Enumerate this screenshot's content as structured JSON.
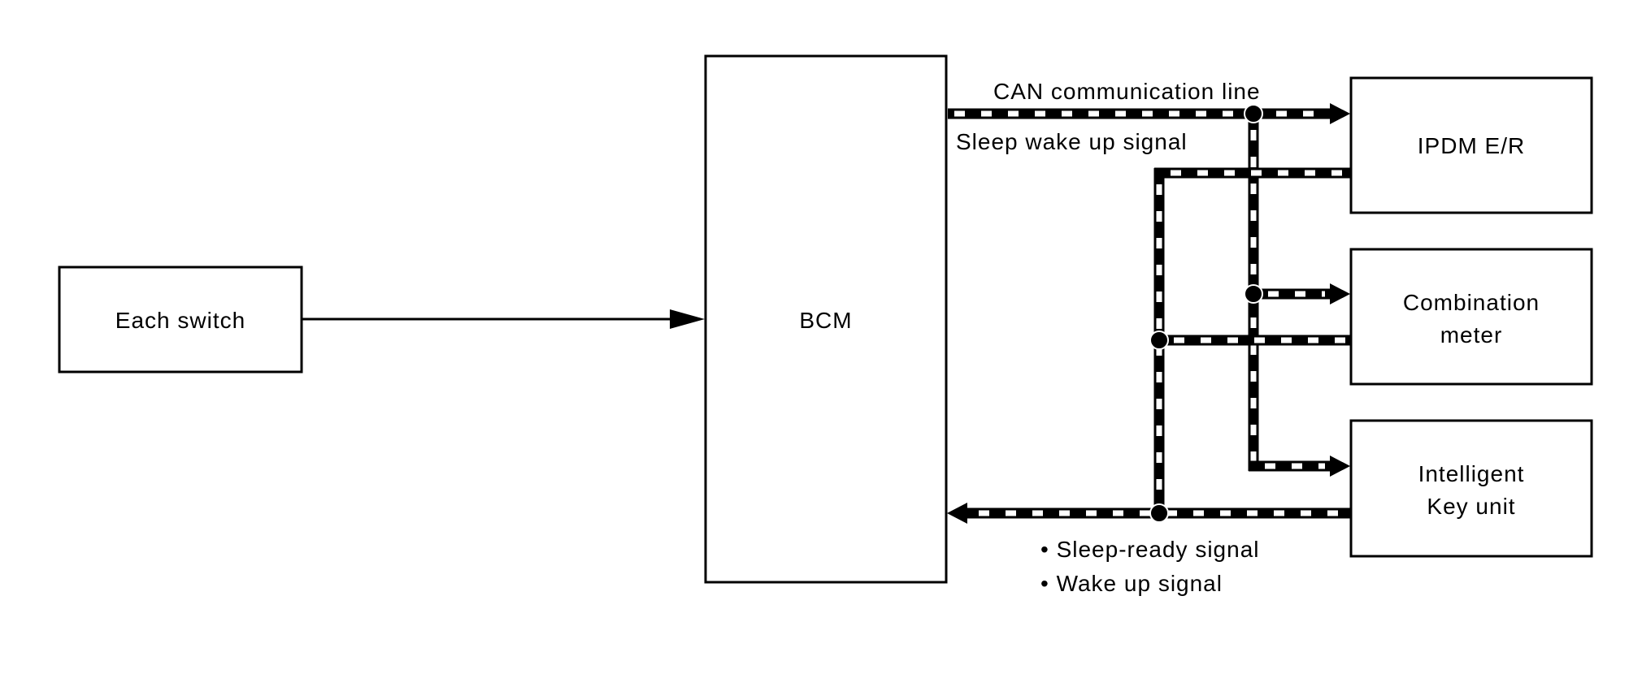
{
  "diagram": {
    "title": "",
    "colors": {
      "line": "#000000",
      "background": "#ffffff",
      "dash": "#ffffff"
    },
    "nodes": [
      {
        "id": "each-switch",
        "lines": [
          "Each switch"
        ]
      },
      {
        "id": "bcm",
        "lines": [
          "BCM"
        ]
      },
      {
        "id": "ipdm-er",
        "lines": [
          "IPDM E/R"
        ]
      },
      {
        "id": "combination-meter",
        "lines": [
          "Combination",
          "meter"
        ]
      },
      {
        "id": "intelligent-key-unit",
        "lines": [
          "Intelligent",
          "Key unit"
        ]
      }
    ],
    "labels": {
      "can_line": "CAN communication line",
      "sleep_wake": "Sleep wake up signal",
      "return_signals": [
        "• Sleep-ready signal",
        "• Wake up signal"
      ]
    },
    "connections": [
      {
        "from": "each-switch",
        "to": "bcm",
        "type": "wire",
        "arrow": "to"
      },
      {
        "from": "bcm",
        "to": "ipdm-er",
        "type": "can-bus",
        "arrow": "to",
        "label": "CAN communication line / Sleep wake up signal"
      },
      {
        "from": "bcm",
        "to": "combination-meter",
        "type": "can-bus",
        "arrow": "to"
      },
      {
        "from": "bcm",
        "to": "intelligent-key-unit",
        "type": "can-bus",
        "arrow": "to"
      },
      {
        "from": "ipdm-er",
        "to": "bcm",
        "type": "can-bus",
        "arrow": "to",
        "label": "Sleep-ready signal / Wake up signal"
      },
      {
        "from": "combination-meter",
        "to": "bcm",
        "type": "can-bus",
        "arrow": "to"
      },
      {
        "from": "intelligent-key-unit",
        "to": "bcm",
        "type": "can-bus",
        "arrow": "to"
      }
    ]
  }
}
